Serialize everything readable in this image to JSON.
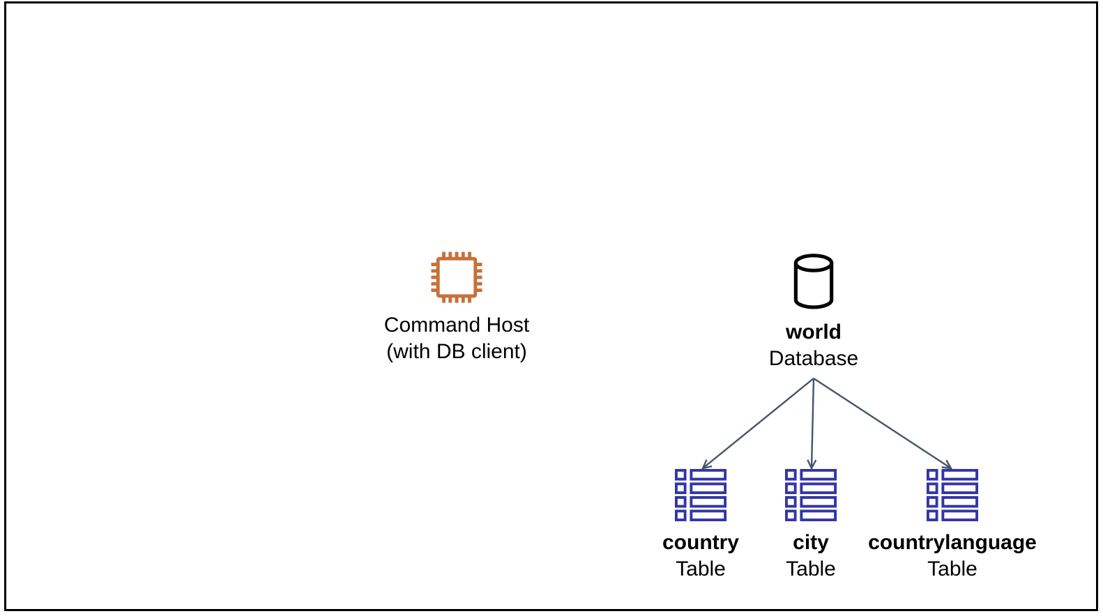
{
  "diagram": {
    "command_host": {
      "title": "Command Host",
      "subtitle": "(with DB client)",
      "icon": "chip-icon"
    },
    "database": {
      "name": "world",
      "kind": "Database",
      "icon": "database-cylinder-icon"
    },
    "tables": [
      {
        "name": "country",
        "kind": "Table",
        "icon": "table-rows-icon"
      },
      {
        "name": "city",
        "kind": "Table",
        "icon": "table-rows-icon"
      },
      {
        "name": "countrylanguage",
        "kind": "Table",
        "icon": "table-rows-icon"
      }
    ],
    "connections": [
      {
        "from": "world Database",
        "to": "country Table"
      },
      {
        "from": "world Database",
        "to": "city Table"
      },
      {
        "from": "world Database",
        "to": "countrylanguage Table"
      }
    ],
    "colors": {
      "chip": "#C8703A",
      "table": "#3335A6",
      "arrow": "#44546A",
      "database_icon": "#000000",
      "frame": "#000000",
      "text": "#000000",
      "background": "#FFFFFF"
    }
  }
}
